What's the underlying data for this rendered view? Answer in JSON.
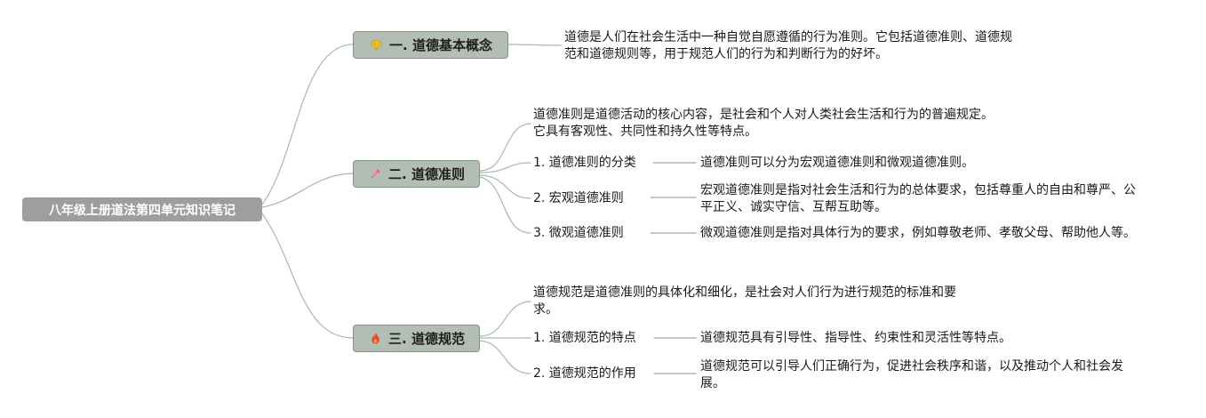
{
  "title": "八年级上册道法第四单元知识笔记",
  "colors": {
    "root_bg": "#9e9e9e",
    "root_text": "#ffffff",
    "branch_bg": "#b2bdb4",
    "branch_border": "#80957f",
    "connector": "#a6bbab",
    "label_line": "#8f8f8f",
    "gem_icon": "#f0c930",
    "dart_icon": "#f0569b",
    "flame_icon": "#e8452c",
    "text": "#1a1a1a"
  },
  "root": {
    "label": "八年级上册道法第四单元知识笔记"
  },
  "branches": [
    {
      "icon": "gem-icon",
      "label": "一. 道德基本概念",
      "note": "道德是人们在社会生活中一种自觉自愿遵循的行为准则。它包括道德准则、道德规范和道德规则等，用于规范人们的行为和判断行为的好坏。",
      "children": []
    },
    {
      "icon": "dart-icon",
      "label": "二. 道德准则",
      "note": "道德准则是道德活动的核心内容，是社会和个人对人类社会生活和行为的普遍规定。它具有客观性、共同性和持久性等特点。",
      "children": [
        {
          "label": "1. 道德准则的分类",
          "note": "道德准则可以分为宏观道德准则和微观道德准则。"
        },
        {
          "label": "2. 宏观道德准则",
          "note": "宏观道德准则是指对社会生活和行为的总体要求，包括尊重人的自由和尊严、公平正义、诚实守信、互帮互助等。"
        },
        {
          "label": "3. 微观道德准则",
          "note": "微观道德准则是指对具体行为的要求，例如尊敬老师、孝敬父母、帮助他人等。"
        }
      ]
    },
    {
      "icon": "flame-icon",
      "label": "三. 道德规范",
      "note": "道德规范是道德准则的具体化和细化，是社会对人们行为进行规范的标准和要求。",
      "children": [
        {
          "label": "1. 道德规范的特点",
          "note": "道德规范具有引导性、指导性、约束性和灵活性等特点。"
        },
        {
          "label": "2. 道德规范的作用",
          "note": "道德规范可以引导人们正确行为，促进社会秩序和谐，以及推动个人和社会发展。"
        }
      ]
    }
  ]
}
